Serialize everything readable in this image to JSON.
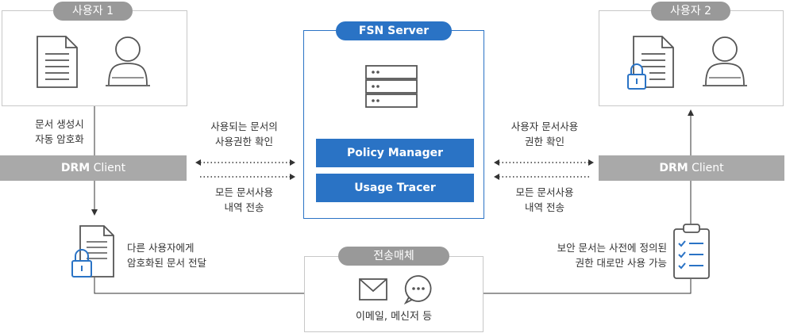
{
  "user1": {
    "title": "사용자 1"
  },
  "user2": {
    "title": "사용자 2"
  },
  "server": {
    "title": "FSN Server",
    "policy_manager": "Policy Manager",
    "usage_tracer": "Usage Tracer"
  },
  "drm_left": {
    "bold": "DRM",
    "rest": " Client"
  },
  "drm_right": {
    "bold": "DRM",
    "rest": " Client"
  },
  "labels": {
    "auto_encrypt_1": "문서 생성시",
    "auto_encrypt_2": "자동 암호화",
    "check_left_1": "사용되는 문서의",
    "check_left_2": "사용권한 확인",
    "send_left_1": "모든 문서사용",
    "send_left_2": "내역 전송",
    "check_right_1": "사용자 문서사용",
    "check_right_2": "권한 확인",
    "send_right_1": "모든 문서사용",
    "send_right_2": "내역 전송",
    "deliver_1": "다른 사용자에게",
    "deliver_2": "암호화된 문서 전달",
    "secure_1": "보안 문서는 사전에 정의된",
    "secure_2": "권한 대로만 사용 가능"
  },
  "media": {
    "title": "전송매체",
    "caption": "이메일, 메신저 등"
  },
  "icons": [
    "document-icon",
    "user-icon",
    "locked-document-icon",
    "server-icon",
    "mail-icon",
    "chat-bubble-icon",
    "checklist-icon"
  ],
  "colors": {
    "accent": "#2a73c5",
    "gray": "#a9a9a9",
    "line": "#333333"
  }
}
